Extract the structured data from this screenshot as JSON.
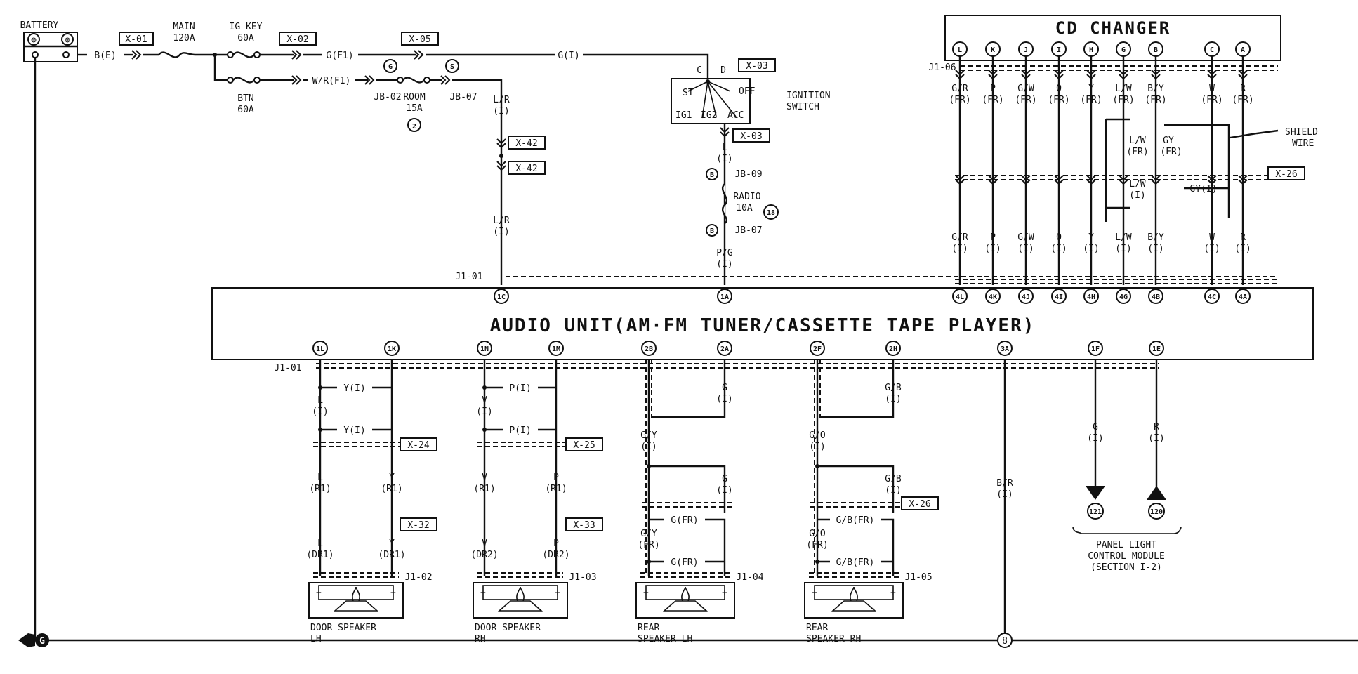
{
  "power": {
    "battery": "BATTERY",
    "battery_neg": "⊖",
    "battery_pos": "⊕",
    "battery_wire": "B(E)",
    "main_fuse": [
      "MAIN",
      "120A"
    ],
    "igkey_fuse": [
      "IG KEY",
      "60A"
    ],
    "btn_fuse": [
      "BTN",
      "60A"
    ],
    "wire_g_f1": "G(F1)",
    "wire_wr_f1": "W/R(F1)",
    "wire_g_i": "G(I)",
    "jb02": "JB-02",
    "jb07": "JB-07",
    "room_fuse": [
      "ROOM",
      "15A"
    ],
    "room_num": "2",
    "pin_g": "G",
    "pin_s": "S",
    "lr_wire": [
      "L/R",
      "(I)"
    ],
    "lr_wire2": [
      "L/R",
      "(I)"
    ],
    "ground": "G",
    "ground_8": "8"
  },
  "connectors": {
    "x01": "X-01",
    "x02": "X-02",
    "x05": "X-05",
    "x03a": "X-03",
    "x03b": "X-03",
    "x42a": "X-42",
    "x42b": "X-42",
    "x24": "X-24",
    "x25": "X-25",
    "x26a": "X-26",
    "x26b": "X-26",
    "x32": "X-32",
    "x33": "X-33"
  },
  "ignition": {
    "label": [
      "IGNITION",
      "SWITCH"
    ],
    "pos_c": "C",
    "pos_d": "D",
    "st": "ST",
    "off": "OFF",
    "ig1": "IG1",
    "ig2": "IG2",
    "acc": "ACC",
    "wire_l": [
      "L",
      "(I)"
    ],
    "jb09": "JB-09",
    "jb07": "JB-07",
    "pin_b1": "B",
    "pin_b2": "B",
    "radio_fuse": [
      "RADIO",
      "10A"
    ],
    "radio_num": "18",
    "wire_pg": [
      "P/G",
      "(I)"
    ]
  },
  "cd_changer": {
    "title": "CD CHANGER",
    "j106": "J1-06",
    "pins": [
      "L",
      "K",
      "J",
      "I",
      "H",
      "G",
      "B",
      "C",
      "A"
    ],
    "wires_top": [
      [
        "G/R",
        "(FR)"
      ],
      [
        "P",
        "(FR)"
      ],
      [
        "G/W",
        "(FR)"
      ],
      [
        "O",
        "(FR)"
      ],
      [
        "Y",
        "(FR)"
      ],
      [
        "L/W",
        "(FR)"
      ],
      [
        "B/Y",
        "(FR)"
      ],
      [
        "W",
        "(FR)"
      ],
      [
        "R",
        "(FR)"
      ]
    ],
    "wires_bottom": [
      [
        "G/R",
        "(I)"
      ],
      [
        "P",
        "(I)"
      ],
      [
        "G/W",
        "(I)"
      ],
      [
        "O",
        "(I)"
      ],
      [
        "Y",
        "(I)"
      ],
      [
        "L/W",
        "(I)"
      ],
      [
        "B/Y",
        "(I)"
      ],
      [
        "W",
        "(I)"
      ],
      [
        "R",
        "(I)"
      ]
    ],
    "mid_lw": [
      "L/W",
      "(FR)"
    ],
    "mid_gy": [
      "GY",
      "(FR)"
    ],
    "mid_lw2": [
      "L/W",
      "(I)"
    ],
    "mid_gy2": "GY(I)",
    "shield": [
      "SHIELD",
      "WIRE"
    ]
  },
  "audio_unit": {
    "title": "AUDIO UNIT(AM·FM TUNER/CASSETTE TAPE PLAYER)",
    "j101_top": "J1-01",
    "j101_bottom": "J1-01",
    "top_pins": [
      "1C",
      "1A",
      "4L",
      "4K",
      "4J",
      "4I",
      "4H",
      "4G",
      "4B",
      "4C",
      "4A"
    ],
    "bottom_pins": [
      "1L",
      "1K",
      "1N",
      "1M",
      "2B",
      "2A",
      "2F",
      "2H",
      "3A",
      "1F",
      "1E"
    ]
  },
  "speakers": {
    "wires": {
      "y_i_1": "Y(I)",
      "y_i_2": "Y(I)",
      "p_i_1": "P(I)",
      "p_i_2": "P(I)",
      "l_i": [
        "L",
        "(I)"
      ],
      "v_i": [
        "V",
        "(I)"
      ],
      "l_r1": [
        "L",
        "(R1)"
      ],
      "y_r1": [
        "Y",
        "(R1)"
      ],
      "v_r1": [
        "V",
        "(R1)"
      ],
      "p_r1": [
        "P",
        "(R1)"
      ],
      "l_dr1": [
        "L",
        "(DR1)"
      ],
      "y_dr1": [
        "Y",
        "(DR1)"
      ],
      "v_dr2": [
        "V",
        "(DR2)"
      ],
      "p_dr2": [
        "P",
        "(DR2)"
      ],
      "g_i_1": [
        "G",
        "(I)"
      ],
      "g_i_2": [
        "G",
        "(I)"
      ],
      "gy_i": [
        "G/Y",
        "(I)"
      ],
      "gy_fr": [
        "G/Y",
        "(FR)"
      ],
      "g_fr_1": "G(FR)",
      "g_fr_2": "G(FR)",
      "gb_i_1": [
        "G/B",
        "(I)"
      ],
      "gb_i_2": [
        "G/B",
        "(I)"
      ],
      "go_i": [
        "G/O",
        "(I)"
      ],
      "go_fr": [
        "G/O",
        "(FR)"
      ],
      "gb_fr_1": "G/B(FR)",
      "gb_fr_2": "G/B(FR)",
      "br_i": [
        "B/R",
        "(I)"
      ],
      "g_panel": [
        "G",
        "(I)"
      ],
      "r_panel": [
        "R",
        "(I)"
      ]
    },
    "list": [
      {
        "conn": "J1-02",
        "label": [
          "DOOR SPEAKER",
          "LH"
        ]
      },
      {
        "conn": "J1-03",
        "label": [
          "DOOR SPEAKER",
          "RH"
        ]
      },
      {
        "conn": "J1-04",
        "label": [
          "REAR",
          "SPEAKER LH"
        ]
      },
      {
        "conn": "J1-05",
        "label": [
          "REAR",
          "SPEAKER RH"
        ]
      }
    ],
    "minus": "−",
    "plus": "+"
  },
  "panel_light": {
    "pin_121": "121",
    "pin_120": "120",
    "label": [
      "PANEL LIGHT",
      "CONTROL MODULE",
      "(SECTION I-2)"
    ]
  }
}
